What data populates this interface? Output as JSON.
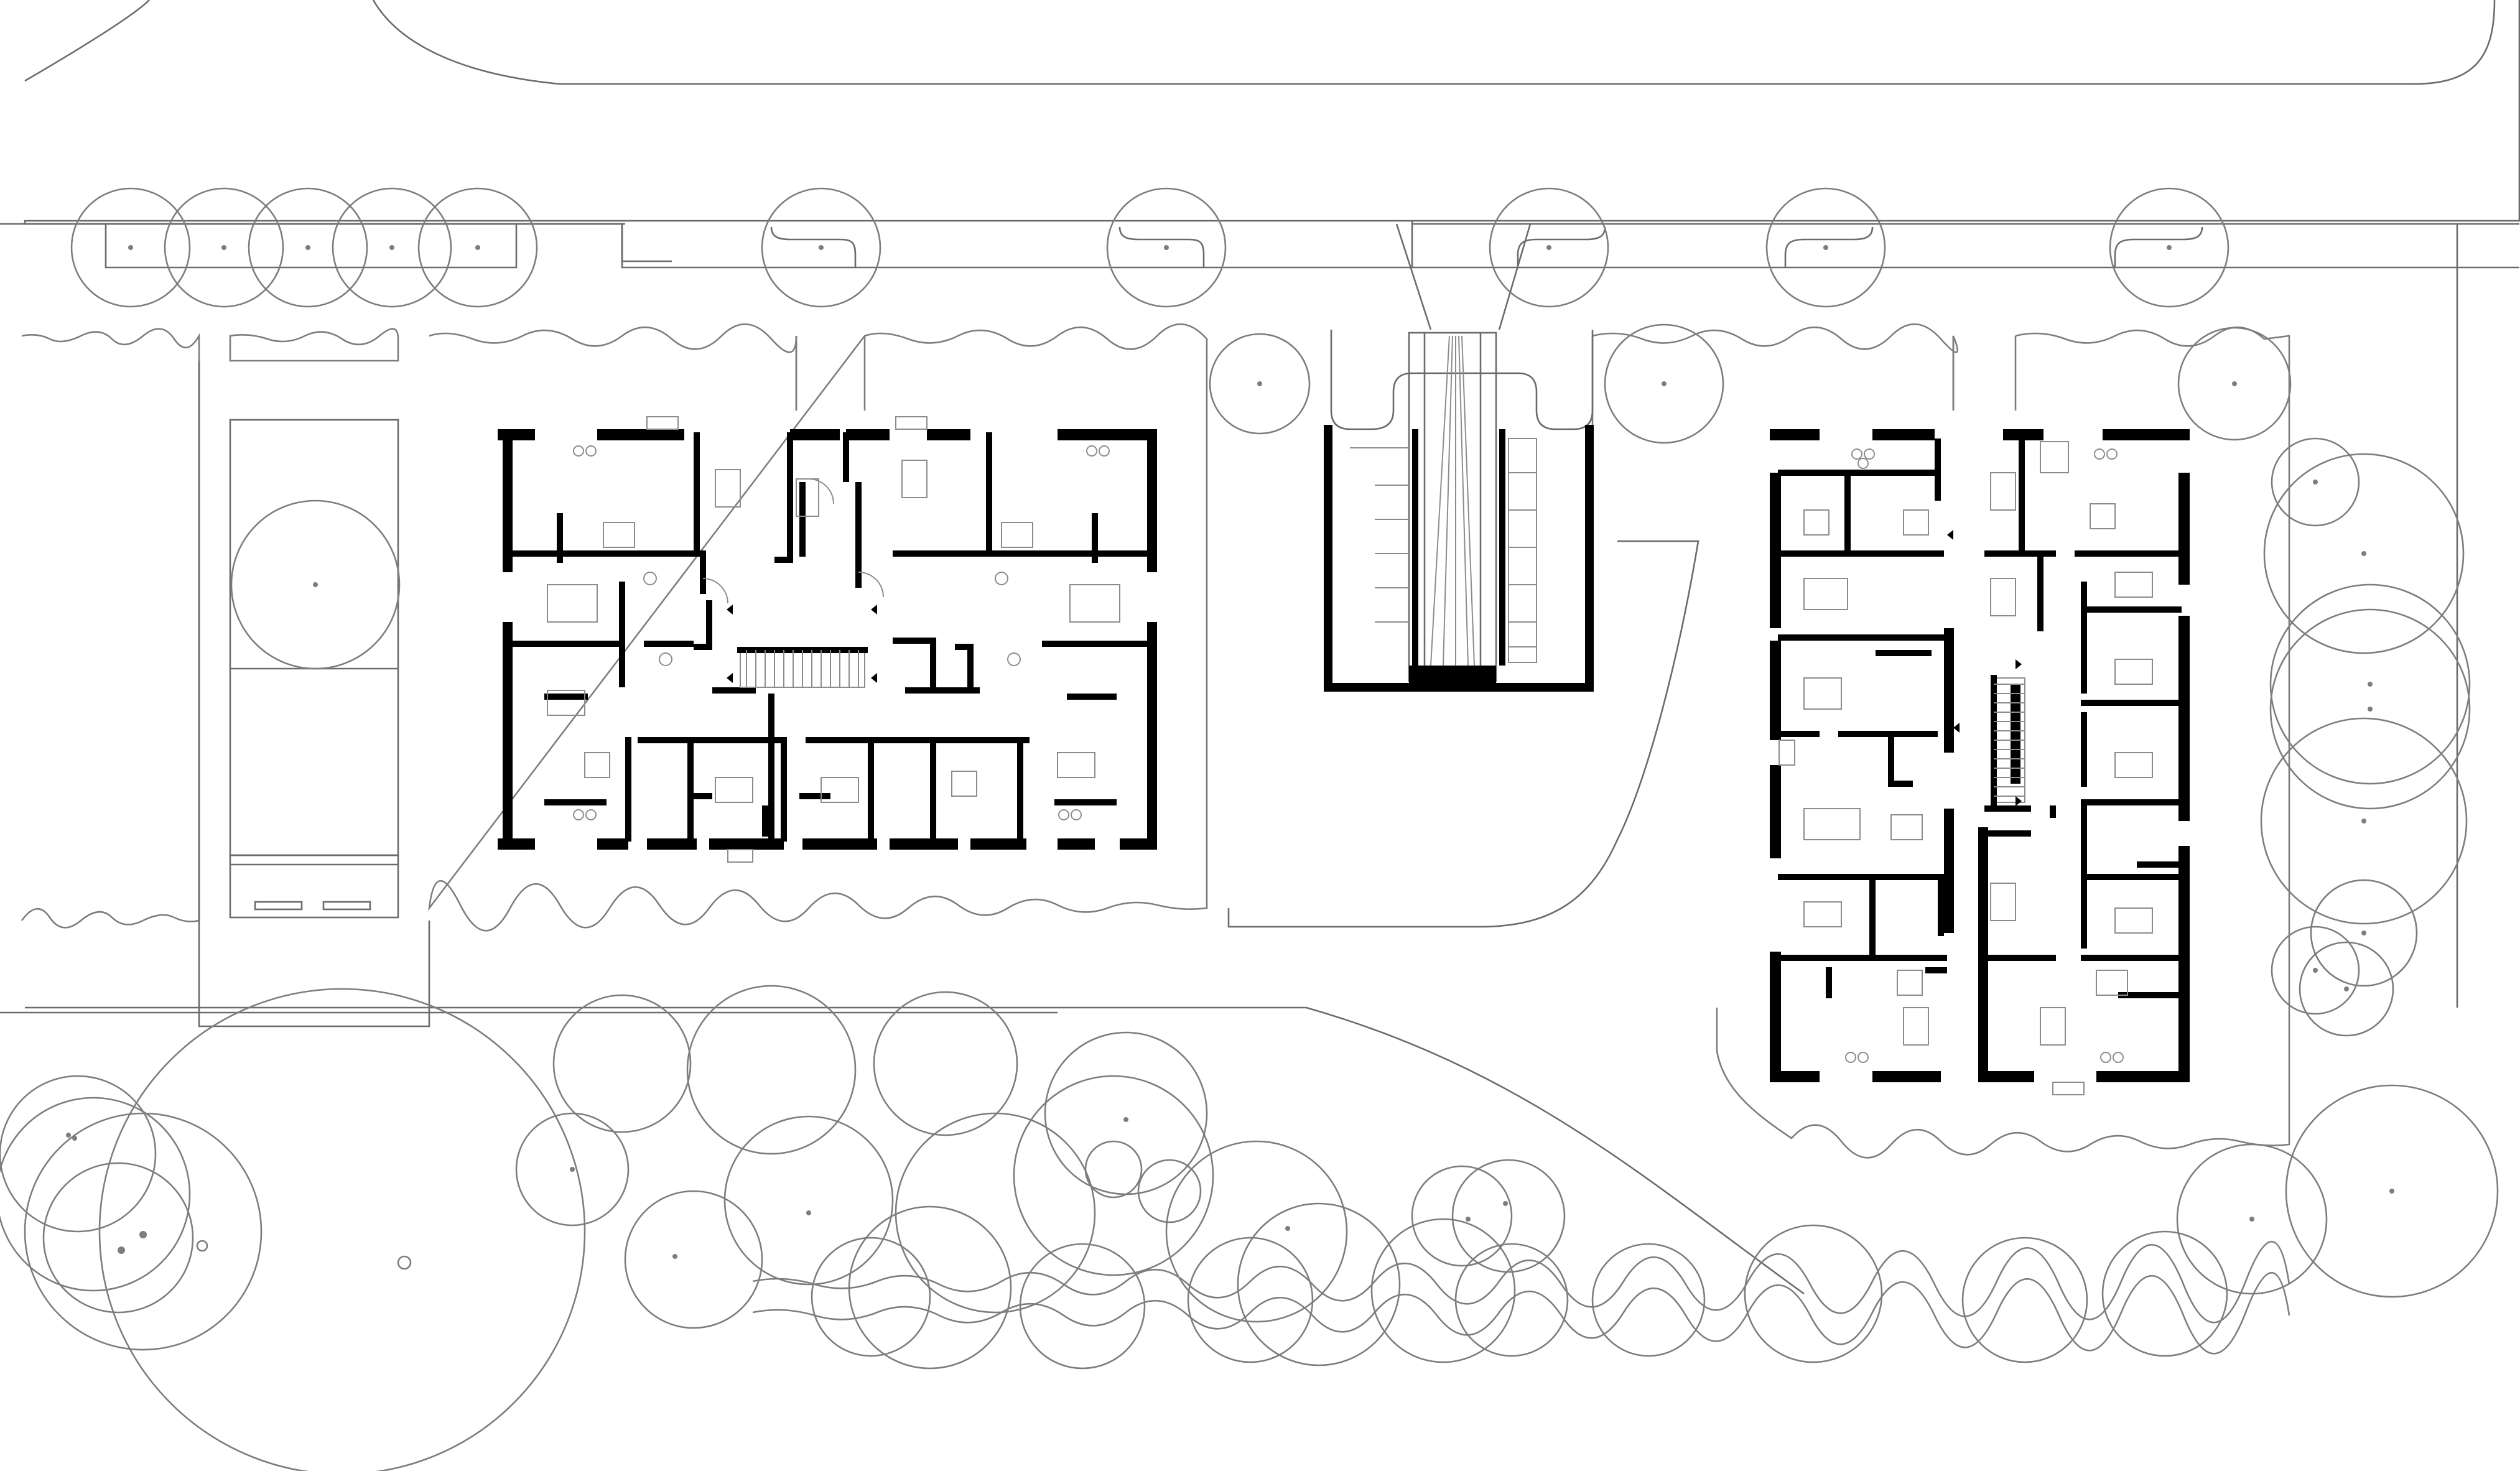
{
  "drawing": {
    "type": "site plan / ground floor plan",
    "colors": {
      "background": "#ffffff",
      "walls": "#000000",
      "linework": "#7d7d7d"
    },
    "elements": [
      "street",
      "street-trees",
      "hedges",
      "building-west",
      "building-east",
      "garage-ramp",
      "park-trees",
      "sports-court"
    ]
  }
}
